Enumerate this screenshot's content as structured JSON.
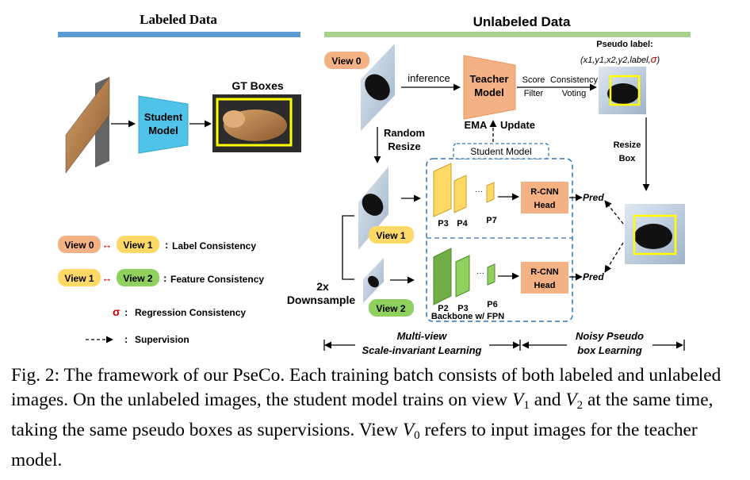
{
  "headers": {
    "labeled": "Labeled Data",
    "unlabeled": "Unlabeled Data"
  },
  "labeled_branch": {
    "student_model": [
      "Student",
      "Model"
    ],
    "gt_boxes": "GT Boxes"
  },
  "unlabeled_branch": {
    "view0": "View 0",
    "view1": "View 1",
    "view2": "View 2",
    "inference": "inference",
    "teacher_model": [
      "Teacher",
      "Model"
    ],
    "score_filter": [
      "Score",
      "Filter"
    ],
    "consistency_voting": [
      "Consistency",
      "Voting"
    ],
    "pseudo_label_title": "Pseudo label:",
    "pseudo_label_tuple": "(x1,y1,x2,y2,label,",
    "pseudo_label_sigma": "σ",
    "pseudo_label_close": ")",
    "ema_update": [
      "EMA",
      "Update"
    ],
    "random_resize": [
      "Random",
      "Resize"
    ],
    "resize_box": [
      "Resize",
      "Box"
    ],
    "student_model_box": "Student Model",
    "p_levels_top": [
      "P3",
      "P4",
      "P7"
    ],
    "p_levels_bottom": [
      "P2",
      "P3",
      "P6"
    ],
    "ellipsis": "···",
    "rcnn_head": [
      "R-CNN",
      "Head"
    ],
    "pred": "Pred",
    "downsample": [
      "2x",
      "Downsample"
    ],
    "backbone": "Backbone w/ FPN"
  },
  "legend": {
    "label_consistency": "Label Consistency",
    "feature_consistency": "Feature Consistency",
    "sigma": "σ",
    "regression_consistency": "Regression Consistency",
    "dashes": "----▸",
    "supervision": "Supervision",
    "colon": ":"
  },
  "bottom_labels": {
    "multiview": [
      "Multi-view",
      "Scale-invariant Learning"
    ],
    "noisy": [
      "Noisy Pseudo",
      "box Learning"
    ]
  },
  "caption": {
    "prefix": "Fig. 2: The framework of our PseCo. Each training batch consists of both labeled and unlabeled images. On the unlabeled images, the student model trains on view ",
    "v": "V",
    "sub1": "1",
    "and": " and ",
    "sub2": "2",
    "middle": " at the same time, taking the same pseudo boxes as supervisions. View ",
    "sub0": "0",
    "suffix": " refers to input images for the teacher model."
  },
  "colors": {
    "labeled_bar": "#5b9bd5",
    "unlabeled_bar": "#a9d18e",
    "student_cyan": "#4fc3e8",
    "teacher_orange": "#f4b183",
    "view0": "#f4b183",
    "view1": "#ffd966",
    "view2": "#8fd05e",
    "gt_box": "#ffff00",
    "dashed_box": "#2e75b6"
  }
}
